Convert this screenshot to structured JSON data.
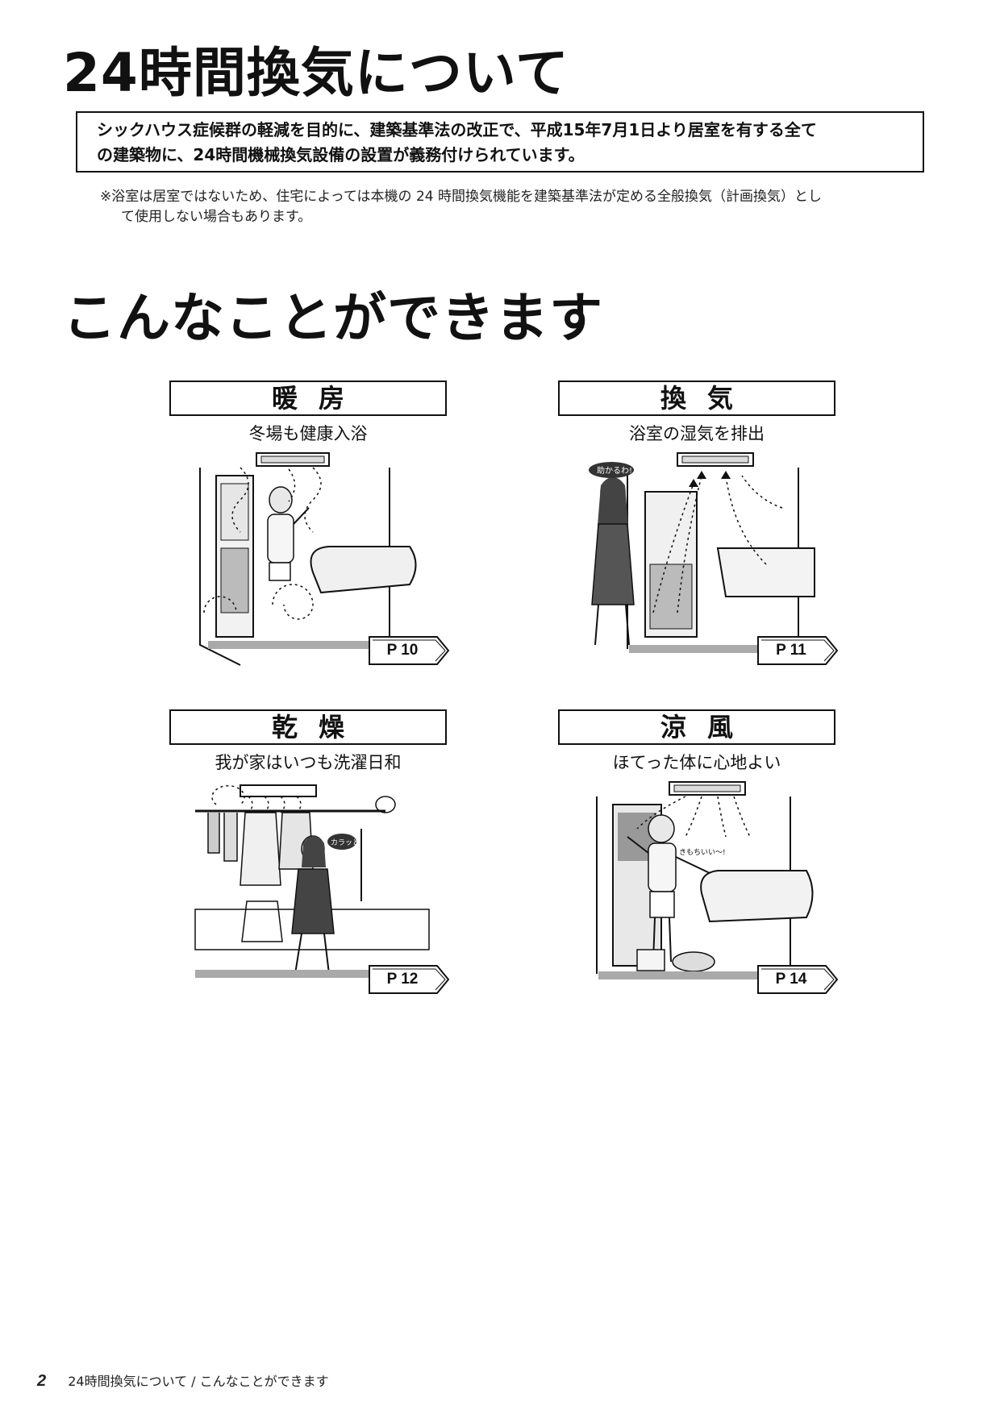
{
  "section1": {
    "title": "24時間換気について",
    "notice_lines": [
      "シックハウス症候群の軽減を目的に、建築基準法の改正で、平成15年7月1日より居室を有する全て",
      "の建築物に、24時間機械換気設備の設置が義務付けられています。"
    ],
    "footnote_lines": [
      "※浴室は居室ではないため、住宅によっては本機の 24 時間換気機能を建築基準法が定める全般換気（計画換気）とし",
      "て使用しない場合もあります。"
    ]
  },
  "section2": {
    "title": "こんなことができます",
    "features": [
      {
        "heading": "暖房",
        "subtitle": "冬場も健康入浴",
        "page_ref": "P 10",
        "speech": ""
      },
      {
        "heading": "換気",
        "subtitle": "浴室の湿気を排出",
        "page_ref": "P 11",
        "speech": "助かるわ!"
      },
      {
        "heading": "乾燥",
        "subtitle": "我が家はいつも洗濯日和",
        "page_ref": "P 12",
        "speech": "カラッと!"
      },
      {
        "heading": "涼風",
        "subtitle": "ほてった体に心地よい",
        "page_ref": "P 14",
        "speech": "きもちいい〜!"
      }
    ]
  },
  "footer": {
    "page_number": "2",
    "breadcrumb": "24時間換気について / こんなことができます"
  },
  "colors": {
    "text": "#111111",
    "line": "#111111",
    "shade": "#cfcfcf"
  },
  "icons": [
    "bathroom-heating-illustration",
    "bathroom-ventilation-illustration",
    "bathroom-drying-illustration",
    "bathroom-cool-breeze-illustration",
    "page-arrow-icon"
  ]
}
